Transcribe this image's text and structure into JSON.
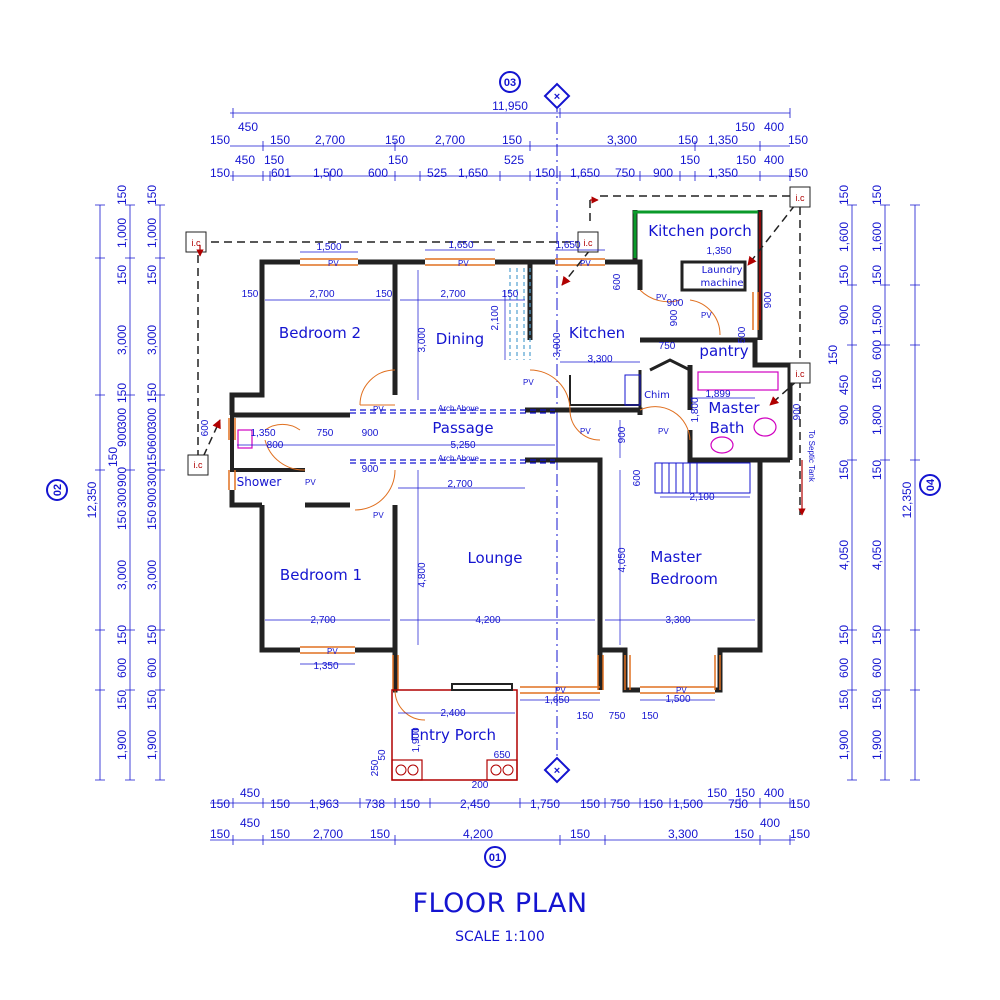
{
  "rooms": {
    "bedroom2": "Bedroom 2",
    "dining": "Dining",
    "kitchen": "Kitchen",
    "kitchen_porch": "Kitchen porch",
    "laundry_1": "Laundry",
    "laundry_2": "machine",
    "pantry": "pantry",
    "master_bath_1": "Master",
    "master_bath_2": "Bath",
    "passage": "Passage",
    "shower": "Shower",
    "bedroom1": "Bedroom 1",
    "lounge": "Lounge",
    "master_bedroom_1": "Master",
    "master_bedroom_2": "Bedroom",
    "entry_porch": "Entry Porch",
    "chimney": "Chim"
  },
  "tags": {
    "pv": "PV",
    "arch_above": "Arch Above",
    "ic": "i.c",
    "septic": "To Septic Tank"
  },
  "grid": {
    "top": "03",
    "bottom": "01",
    "left": "02",
    "right": "04",
    "axis_mark": "×"
  },
  "dims": {
    "overall_width": "11,950",
    "overall_depth": "12,350",
    "top_row1": [
      "150",
      "450",
      "150",
      "2,700",
      "150",
      "2,700",
      "150",
      "3,300",
      "150",
      "1,350",
      "150",
      "400",
      "150"
    ],
    "top_row2": [
      "150",
      "450",
      "150",
      "601",
      "1,500",
      "600",
      "150",
      "525",
      "1,650",
      "525",
      "150",
      "1,650",
      "750",
      "900",
      "150",
      "1,350",
      "150",
      "400",
      "150"
    ],
    "bottom_row1": [
      "150",
      "450",
      "150",
      "1,963",
      "738",
      "150",
      "2,450",
      "1,750",
      "150",
      "750",
      "150",
      "1,500",
      "150",
      "750",
      "150",
      "400",
      "150"
    ],
    "bottom_row2": [
      "150",
      "450",
      "150",
      "2,700",
      "150",
      "4,200",
      "150",
      "3,300",
      "150",
      "400",
      "150"
    ],
    "left_outer": [
      "150",
      "1,000",
      "150",
      "3,000",
      "150",
      "300",
      "900",
      "150",
      "900",
      "300",
      "150",
      "3,000",
      "150",
      "600",
      "150",
      "1,900"
    ],
    "left_inner": [
      "150",
      "1,000",
      "150",
      "3,000",
      "150",
      "300",
      "600",
      "150",
      "300",
      "900",
      "150",
      "3,000",
      "150",
      "600",
      "150",
      "1,900"
    ],
    "right_outer": [
      "150",
      "1,600",
      "150",
      "900",
      "150",
      "450",
      "900",
      "150",
      "4,050",
      "150",
      "600",
      "150",
      "1,900"
    ],
    "right_inner": [
      "150",
      "1,600",
      "150",
      "1,500",
      "600",
      "150",
      "1,800",
      "150",
      "4,050",
      "150",
      "600",
      "150",
      "1,900"
    ],
    "interior": {
      "bed2_window": "1,500",
      "dining_window": "1,650",
      "kitchen_window": "1,650",
      "bed2_width": "2,700",
      "dining_width": "2,700",
      "dining_depth": "3,000",
      "dining_2100": "2,100",
      "kitchen_3300": "3,300",
      "kitchen_3000": "3,000",
      "porch_1350": "1,350",
      "laundry_900": "900",
      "k600": "600",
      "k900": "900",
      "p750": "750",
      "p500": "500",
      "p900": "900",
      "bath_1899": "1,899",
      "bath_1800": "1,800",
      "bath_900": "900",
      "stair_2100": "2,100",
      "mb_600": "600",
      "mb_900": "900",
      "mb_4050": "4,050",
      "mb_3300": "3,300",
      "pass_1350": "1,350",
      "pass_750": "750",
      "pass_900": "900",
      "pass_5250": "5,250",
      "lounge_2700": "2,700",
      "lounge_4800": "4,800",
      "lounge_4200": "4,200",
      "bed1_width": "2,700",
      "bed1_window": "1,350",
      "porch_2400": "2,400",
      "porch_1900": "1,900",
      "porch_1650": "1,650",
      "porch_650": "650",
      "porch_250": "250",
      "porch_50": "50",
      "porch_200": "200",
      "mb_window": "1,500",
      "mb_750": "750",
      "s150": "150",
      "pass_600": "600",
      "ws_dims": "800"
    }
  },
  "title": "FLOOR PLAN",
  "scale": "SCALE 1:100",
  "colors": {
    "ink": "#1414d0",
    "wall": "#222222",
    "door": "#e07020",
    "red": "#b00000",
    "green": "#0a9a2a",
    "magenta": "#d000c0"
  }
}
